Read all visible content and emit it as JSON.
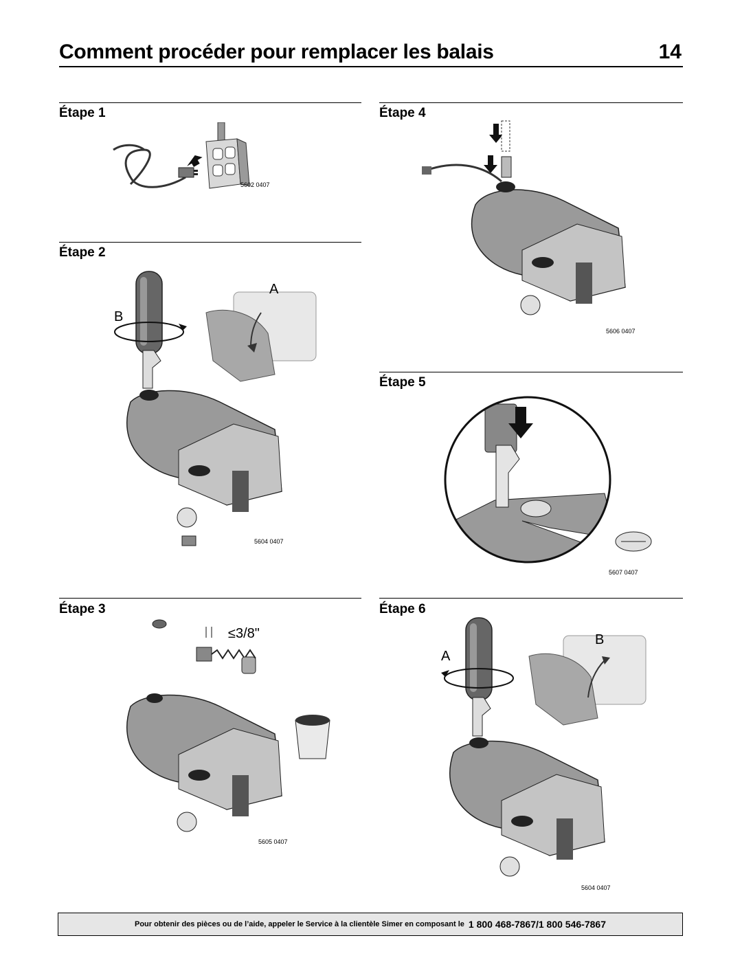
{
  "page": {
    "title": "Comment procéder pour remplacer les balais",
    "number": "14"
  },
  "steps": [
    {
      "label": "Étape 1",
      "figure_code": "5602 0407"
    },
    {
      "label": "Étape 2",
      "figure_code": "5604 0407",
      "callout_a": "A",
      "callout_b": "B"
    },
    {
      "label": "Étape 3",
      "figure_code": "5605 0407",
      "dimension": "≤3/8\""
    },
    {
      "label": "Étape 4",
      "figure_code": "5606 0407"
    },
    {
      "label": "Étape 5",
      "figure_code": "5607 0407"
    },
    {
      "label": "Étape 6",
      "figure_code": "5604 0407",
      "callout_a": "A",
      "callout_b": "B"
    }
  ],
  "footer": {
    "text": "Pour obtenir des pièces ou de l’aide, appeler le Service à la clientèle Simer en composant le",
    "phone": "1 800 468-7867/1 800 546-7867"
  }
}
